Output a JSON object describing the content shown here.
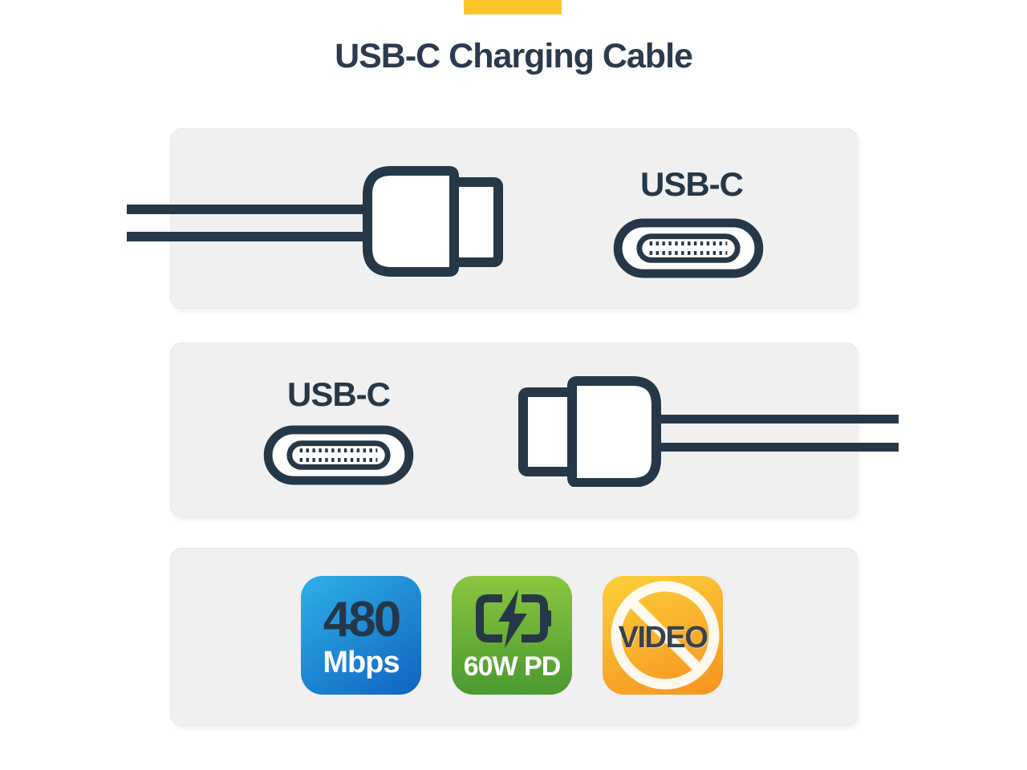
{
  "colors": {
    "accent_yellow": "#fdc42c",
    "navy": "#263847",
    "panel_bg": "#f0f0f1",
    "panel_border": "#e7e7e9",
    "title_text": "#2b3b4d",
    "speed_top": "#2fb0e8",
    "speed_bottom": "#0f63c0",
    "power_top": "#8cc63f",
    "power_bottom": "#4a9930",
    "video_top": "#fdd03a",
    "video_bottom": "#f69220",
    "badge_number": "#24374a",
    "video_text": "#39424c"
  },
  "header": {
    "title": "USB-C Charging Cable"
  },
  "diagram": {
    "panel_top": {
      "connector_label": "USB-C",
      "icon": "usb-c-port-icon"
    },
    "panel_middle": {
      "connector_label": "USB-C",
      "icon": "usb-c-port-icon"
    },
    "panel_bottom": {
      "badges": {
        "speed": {
          "value": "480",
          "unit": "Mbps"
        },
        "power": {
          "label": "60W PD",
          "icon": "battery-charging-icon"
        },
        "no_video": {
          "label": "VIDEO",
          "icon": "prohibition-icon"
        }
      }
    }
  }
}
